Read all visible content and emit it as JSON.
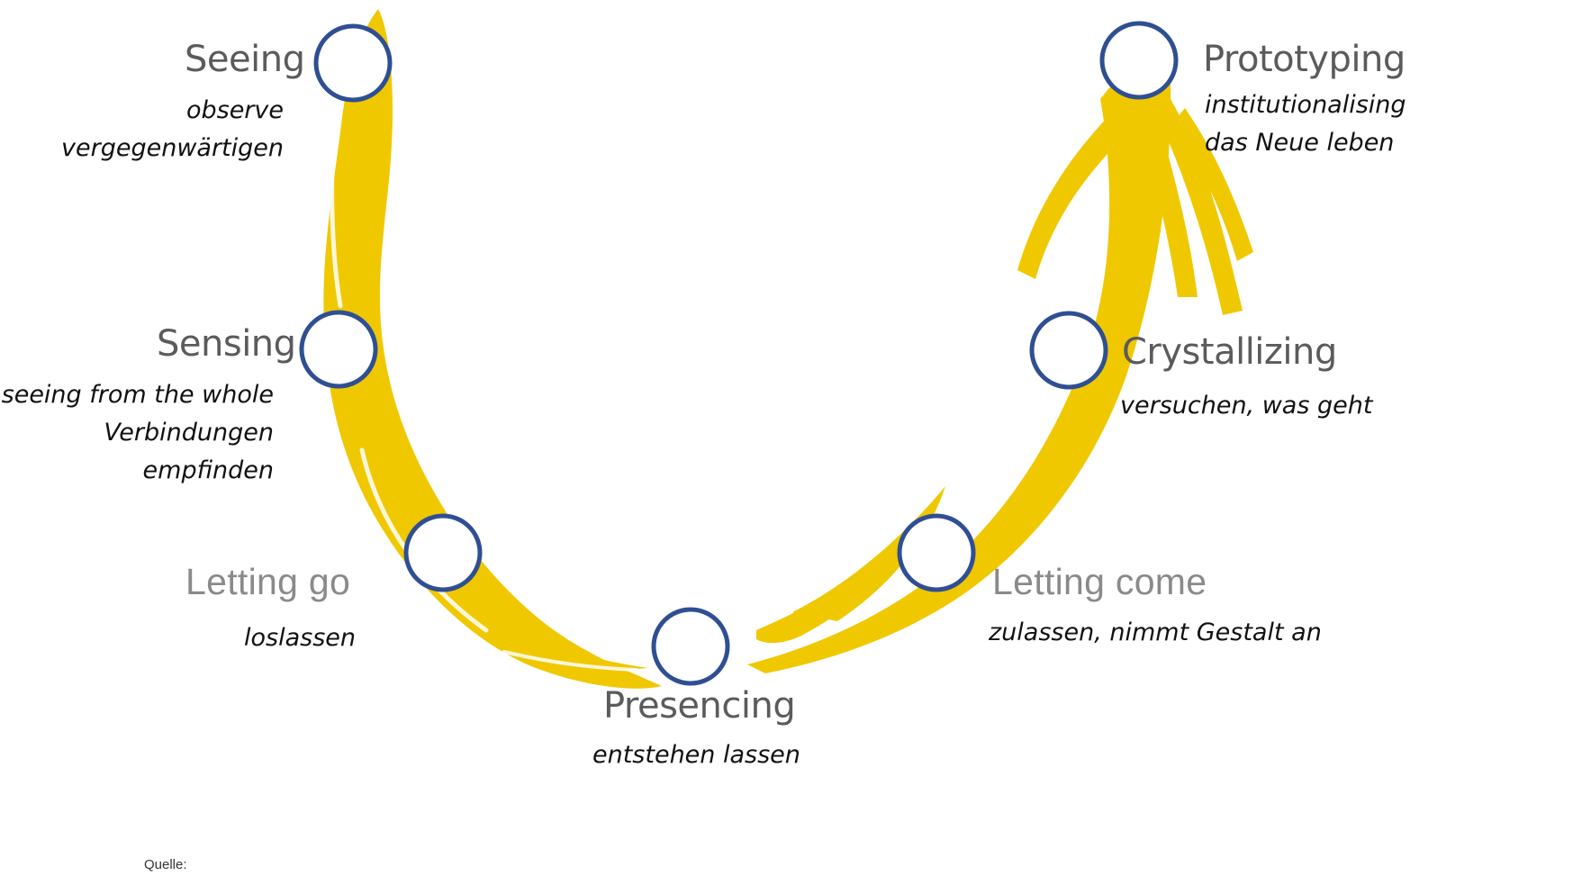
{
  "stages": {
    "seeing": {
      "label": "Seeing",
      "notes": [
        "observe",
        "vergegenwärtigen"
      ]
    },
    "sensing": {
      "label": "Sensing",
      "notes": [
        "seeing from the whole",
        "Verbindungen",
        "empfinden"
      ]
    },
    "letting_go": {
      "label": "Letting go",
      "notes": [
        "loslassen"
      ]
    },
    "presencing": {
      "label": "Presencing",
      "notes": [
        "entstehen lassen"
      ]
    },
    "letting_come": {
      "label": "Letting come",
      "notes": [
        "zulassen, nimmt Gestalt an"
      ]
    },
    "crystallizing": {
      "label": "Crystallizing",
      "notes": [
        "versuchen, was geht"
      ]
    },
    "prototyping": {
      "label": "Prototyping",
      "notes": [
        "institutionalising",
        "das Neue leben"
      ]
    }
  },
  "source_label": "Quelle:",
  "colors": {
    "u_stroke": "#f0c800",
    "node_border": "#2f4f93",
    "node_fill": "#ffffff"
  }
}
